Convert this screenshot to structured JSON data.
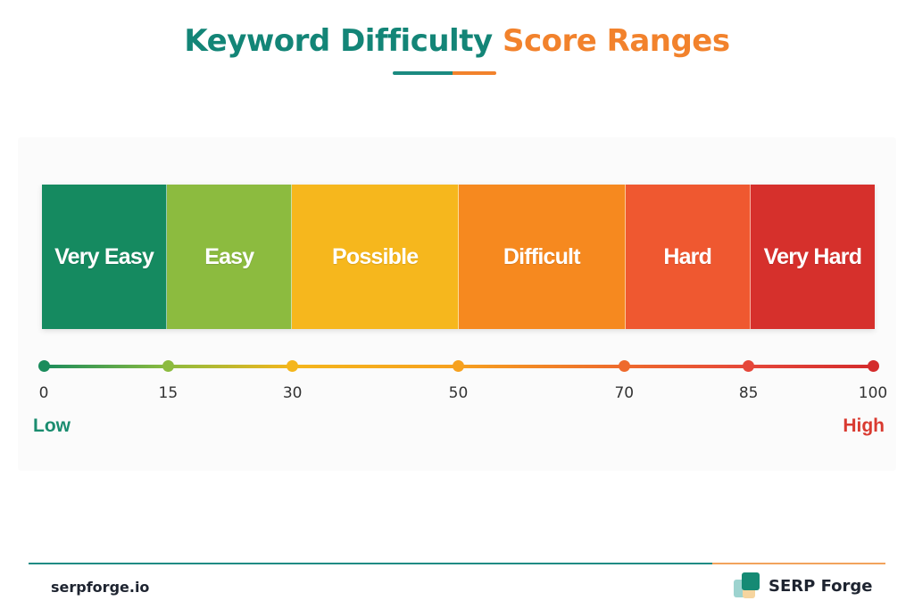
{
  "title": {
    "part1": "Keyword Difficulty",
    "part2": "Score Ranges"
  },
  "bands": [
    {
      "label": "Very Easy",
      "from": 0,
      "to": 15,
      "color": "#158a60"
    },
    {
      "label": "Easy",
      "from": 15,
      "to": 30,
      "color": "#8cbb3f"
    },
    {
      "label": "Possible",
      "from": 30,
      "to": 50,
      "color": "#f6b71d"
    },
    {
      "label": "Difficult",
      "from": 50,
      "to": 70,
      "color": "#f6891f"
    },
    {
      "label": "Hard",
      "from": 70,
      "to": 85,
      "color": "#ef5830"
    },
    {
      "label": "Very Hard",
      "from": 85,
      "to": 100,
      "color": "#d6302c"
    }
  ],
  "scale": {
    "ticks": [
      "0",
      "15",
      "30",
      "50",
      "70",
      "85",
      "100"
    ],
    "tick_values": [
      0,
      15,
      30,
      50,
      70,
      85,
      100
    ],
    "tick_colors": [
      "#1a8c5c",
      "#8cbb3f",
      "#f4b61c",
      "#f6a11f",
      "#ee6a2d",
      "#e5473a",
      "#d42c2c"
    ],
    "low_label": "Low",
    "high_label": "High"
  },
  "footer": {
    "site": "serpforge.io",
    "brand": "SERP Forge"
  }
}
